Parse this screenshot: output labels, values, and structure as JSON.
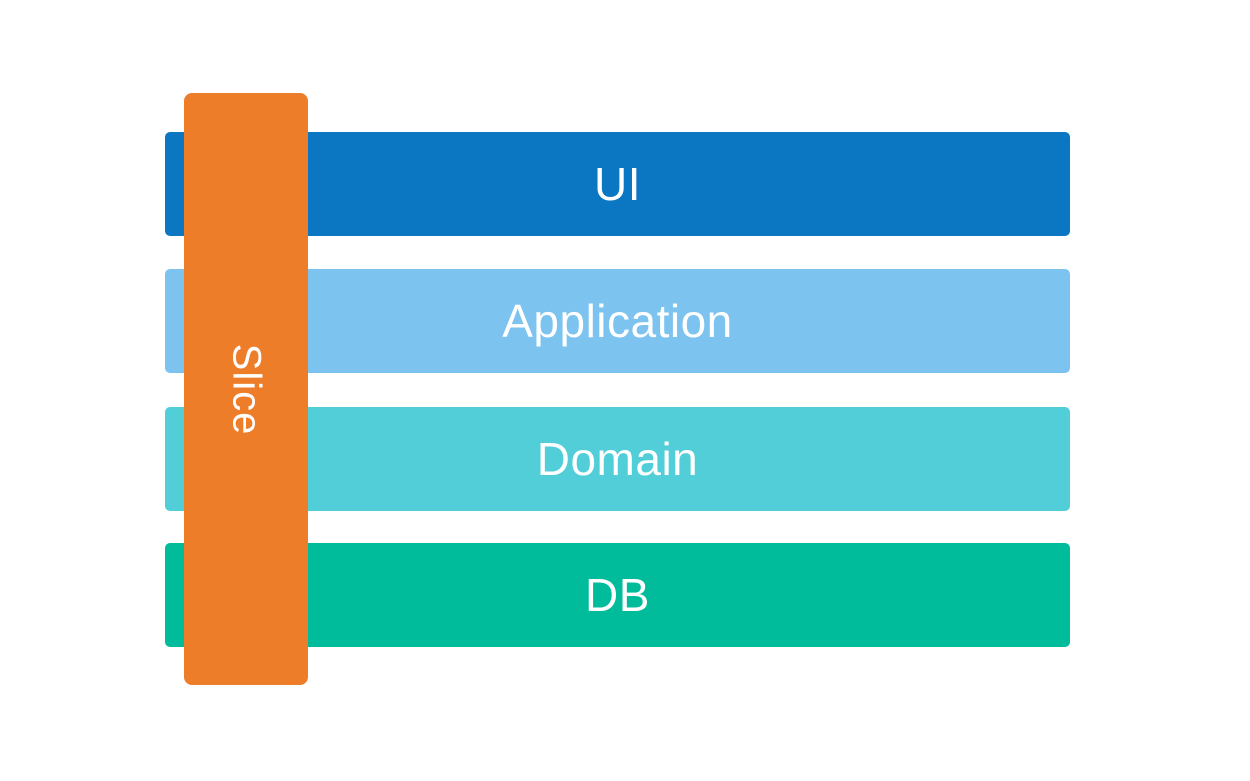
{
  "diagram": {
    "title_hint": "layered-architecture-with-vertical-slice",
    "background_color": "#ffffff",
    "text_color": "#ffffff",
    "layers": [
      {
        "label": "UI",
        "color": "#0b76c2"
      },
      {
        "label": "Application",
        "color": "#7cc3ef"
      },
      {
        "label": "Domain",
        "color": "#52ced8"
      },
      {
        "label": "DB",
        "color": "#00bc9b"
      }
    ],
    "slice": {
      "label": "Slice",
      "color": "#ee7d2a",
      "text_rotation_deg": 90
    }
  }
}
